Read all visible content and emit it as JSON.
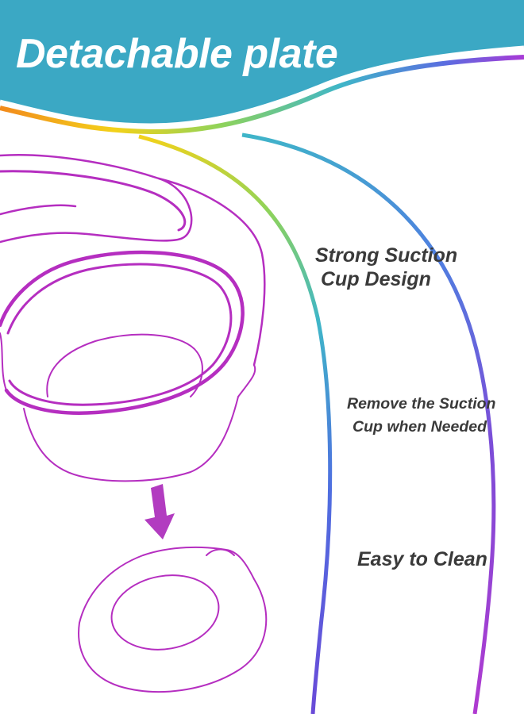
{
  "title": "Detachable plate",
  "features": [
    {
      "line1": "Strong Suction",
      "line2": "Cup Design"
    },
    {
      "line1": "Remove the Suction",
      "line2": "Cup when Needed"
    },
    {
      "line1": "Easy to Clean"
    }
  ],
  "colors": {
    "banner": "#3ba8c4",
    "outline": "#b52ec0",
    "arrow": "#b23cc0",
    "rainbow": [
      "#f28a1c",
      "#f3d21a",
      "#8fd35a",
      "#3fb6c8",
      "#5b6de0",
      "#a83ad6"
    ],
    "text": "#3a3a3a"
  },
  "icons": [
    "down-arrow-icon",
    "plate-outline",
    "suction-cup-outline"
  ]
}
